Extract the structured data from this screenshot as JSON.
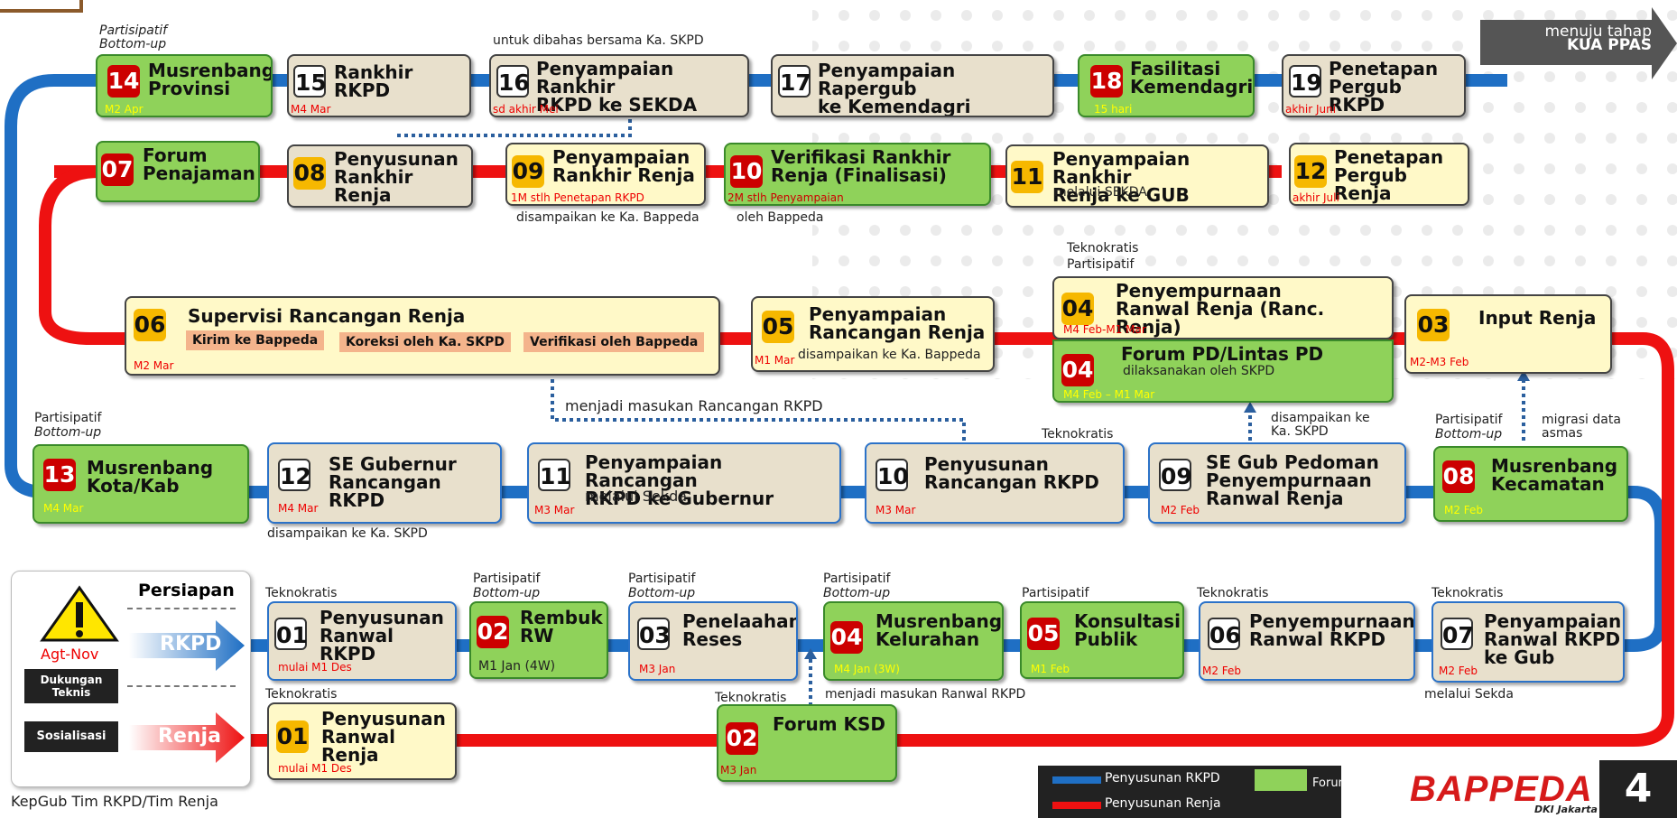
{
  "arrow_top": {
    "line1": "menuju tahap",
    "line2": "KUA PPAS"
  },
  "row1": [
    {
      "num": "14",
      "title": "Musrenbang\nProvinsi",
      "date": "M2 Apr",
      "cat": "Partisipatif",
      "cat2": "Bottom-up"
    },
    {
      "num": "15",
      "title": "Rankhir RKPD",
      "date": "M4 Mar"
    },
    {
      "num": "16",
      "title": "Penyampaian Rankhir\nRKPD ke SEKDA",
      "date": "sd akhir Mei",
      "note": "untuk dibahas bersama Ka. SKPD"
    },
    {
      "num": "17",
      "title": "Penyampaian Rapergub\nke Kemendagri"
    },
    {
      "num": "18",
      "title": "Fasilitasi\nKemendagri",
      "date": "15 hari"
    },
    {
      "num": "19",
      "title": "Penetapan\nPergub RKPD",
      "date": "akhir Juni"
    }
  ],
  "row2": [
    {
      "num": "07",
      "title": "Forum\nPenajaman"
    },
    {
      "num": "08",
      "title": "Penyusunan\nRankhir Renja"
    },
    {
      "num": "09",
      "title": "Penyampaian\nRankhir Renja",
      "date": "1M stlh Penetapan RKPD",
      "below": "disampaikan ke Ka. Bappeda"
    },
    {
      "num": "10",
      "title": "Verifikasi Rankhir\nRenja (Finalisasi)",
      "date": "2M stlh Penyampaian",
      "below": "oleh Bappeda"
    },
    {
      "num": "11",
      "title": "Penyampaian Rankhir\nRenja ke GUB",
      "sub": "melalui SEKDA"
    },
    {
      "num": "12",
      "title": "Penetapan\nPergub Renja",
      "date": "akhir Juli"
    }
  ],
  "row3": {
    "b06": {
      "num": "06",
      "title": "Supervisi Rancangan Renja",
      "chips": [
        "Kirim ke Bappeda",
        "Koreksi oleh Ka. SKPD",
        "Verifikasi oleh Bappeda"
      ],
      "date": "M2 Mar"
    },
    "b05": {
      "num": "05",
      "title": "Penyampaian\nRancangan Renja",
      "date": "M1 Mar",
      "sub": "disampaikan ke Ka. Bappeda"
    },
    "b04a": {
      "num": "04",
      "title": "Penyempurnaan\nRanwal Renja (Ranc. Renja)",
      "date": "M4 Feb-M1 Mar",
      "cat": "Teknokratis",
      "cat2": "Partisipatif"
    },
    "b04b": {
      "num": "04",
      "title": "Forum PD/Lintas PD",
      "sub": "dilaksanakan oleh SKPD",
      "date": "M4 Feb – M1 Mar"
    },
    "b03": {
      "num": "03",
      "title": "Input Renja",
      "date": "M2-M3 Feb"
    },
    "link_note": "menjadi masukan Rancangan RKPD"
  },
  "row4": [
    {
      "num": "13",
      "title": "Musrenbang\nKota/Kab",
      "date": "M4 Mar",
      "cat": "Partisipatif",
      "cat2": "Bottom-up"
    },
    {
      "num": "12",
      "title": "SE Gubernur\nRancangan RKPD",
      "date": "M4 Mar",
      "below": "disampaikan ke Ka. SKPD"
    },
    {
      "num": "11",
      "title": "Penyampaian Rancangan\nRKPD ke Gubernur",
      "sub": "melalui Sekda",
      "date": "M3 Mar"
    },
    {
      "num": "10",
      "title": "Penyusunan\nRancangan RKPD",
      "date": "M3 Mar",
      "cat": "Teknokratis"
    },
    {
      "num": "09",
      "title": "SE Gub Pedoman\nPenyempurnaan\nRanwal Renja",
      "date": "M2 Feb",
      "above": "disampaikan ke\nKa. SKPD"
    },
    {
      "num": "08",
      "title": "Musrenbang\nKecamatan",
      "date": "M2 Feb",
      "cat": "Partisipatif",
      "cat2": "Bottom-up",
      "above": "migrasi data\nasmas"
    }
  ],
  "row5": [
    {
      "num": "01",
      "title": "Penyusunan\nRanwal RKPD",
      "date": "mulai M1 Des",
      "cat": "Teknokratis"
    },
    {
      "num": "02",
      "title": "Rembuk\nRW",
      "date": "M1 Jan (4W)",
      "cat": "Partisipatif",
      "cat2": "Bottom-up"
    },
    {
      "num": "03",
      "title": "Penelaahan\nReses",
      "date": "M3 Jan",
      "cat": "Partisipatif",
      "cat2": "Bottom-up"
    },
    {
      "num": "04",
      "title": "Musrenbang\nKelurahan",
      "date": "M4 Jan (3W)",
      "cat": "Partisipatif",
      "cat2": "Bottom-up"
    },
    {
      "num": "05",
      "title": "Konsultasi\nPublik",
      "date": "M1 Feb",
      "cat": "Partisipatif"
    },
    {
      "num": "06",
      "title": "Penyempurnaan\nRanwal RKPD",
      "date": "M2 Feb",
      "cat": "Teknokratis"
    },
    {
      "num": "07",
      "title": "Penyampaian\nRanwal RKPD\nke Gub",
      "date": "M2 Feb",
      "cat": "Teknokratis",
      "below": "melalui Sekda"
    }
  ],
  "row6": [
    {
      "num": "01",
      "title": "Penyusunan\nRanwal Renja",
      "date": "mulai M1 Des",
      "cat": "Teknokratis"
    },
    {
      "num": "02",
      "title": "Forum KSD",
      "date": "M3 Jan",
      "cat": "Teknokratis",
      "note": "menjadi masukan Ranwal RKPD"
    }
  ],
  "prep": {
    "title": "Persiapan",
    "period": "Agt-Nov",
    "rkpd": "RKPD",
    "renja": "Renja",
    "dukungan": "Dukungan\nTeknis",
    "sosialisasi": "Sosialisasi",
    "footer": "KepGub Tim RKPD/Tim Renja"
  },
  "legend": {
    "rkpd": "Penyusunan RKPD",
    "renja": "Penyusunan Renja",
    "forum": "Forum"
  },
  "logo": {
    "name": "BAPPEDA",
    "sub": "DKI Jakarta"
  },
  "page_number": "4",
  "colors": {
    "blue": "#1f6fc4",
    "red": "#ee1111",
    "green": "#8fd25a"
  }
}
